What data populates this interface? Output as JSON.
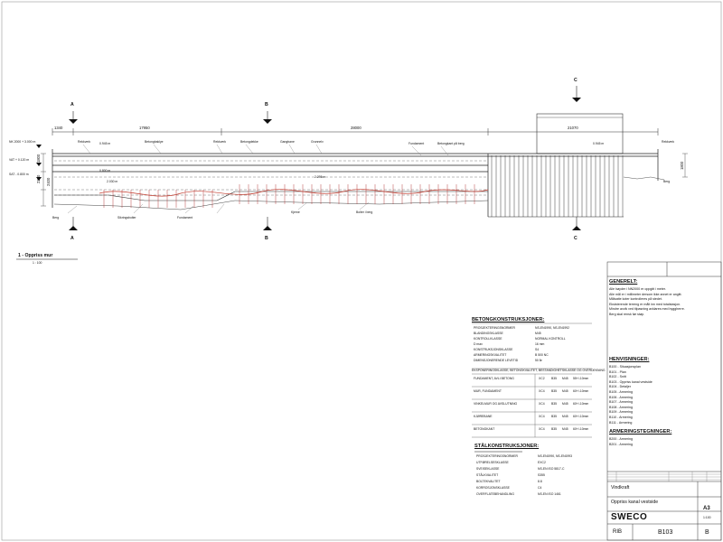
{
  "sections": {
    "top": [
      {
        "letter": "A"
      },
      {
        "letter": "B"
      },
      {
        "letter": "C"
      }
    ],
    "bottom": [
      {
        "letter": "A"
      },
      {
        "letter": "B"
      },
      {
        "letter": "C"
      }
    ]
  },
  "dimensions": {
    "top": [
      "1340",
      "17950",
      "28000",
      "21070"
    ],
    "left_vertical": [
      "1800",
      "2300",
      "2400"
    ],
    "right_vertical": "1800"
  },
  "levels": [
    "NK 2000 + 3.000 m",
    "VAT + 0.120 m",
    "SAT - 0.800 m"
  ],
  "markers": [
    "0.945 m",
    "0.800 m",
    "2.030 m",
    "2.295 m",
    "0.945 m"
  ],
  "callouts": {
    "top": [
      "Rekkverk",
      "Betongbaklye",
      "Rekkverk",
      "Betongdekke",
      "Gangbane",
      "Grunnelv",
      "Fundament",
      "Betongkant på berg"
    ],
    "bottom": [
      "Berg",
      "Sikringsbolter",
      "Fundament",
      "Kjerne",
      "Bolter i berg"
    ],
    "right": [
      "Rekkverk",
      "Berg"
    ]
  },
  "drawing_title": "1 - Oppriss mur",
  "drawing_scale": "1 : 100",
  "betong": {
    "title": "BETONGKONSTRUKSJONER:",
    "spec": [
      [
        "PROSJEKTERINGSNORMER",
        "NS-EN1990, NS-EN1992"
      ],
      [
        "BLANDINGSKLASSE",
        "M45"
      ],
      [
        "KONTROLLKLASSE",
        "NORMAL KONTROLL"
      ],
      [
        "D max",
        "16 mm"
      ],
      [
        "KONSTRUKSJONSKLASSE",
        "S4"
      ],
      [
        "ARMERINGSKVALITET",
        "B 500 NC"
      ],
      [
        "DIMENSJONERENDE LEVETID",
        "50 år"
      ]
    ],
    "table_title": "EKSPONERINGSKLASSE, BETONGKVALITET, BESTANDIGHETSKLASSE OG OVERDEKNING",
    "rows": [
      [
        "FUNDAMENT, AVLI BETONG",
        "XC2",
        "B35",
        "M45",
        "55+/-10mm"
      ],
      [
        "MUR, FUNDAMENT",
        "XC4",
        "B35",
        "M45",
        "60+/-10mm"
      ],
      [
        "VINKELMUR OG AVSLUTNING",
        "XC4",
        "B35",
        "M45",
        "60+/-10mm"
      ],
      [
        "KJØREBANE",
        "XC4",
        "B35",
        "M45",
        "60+/-10mm"
      ],
      [
        "BETONGKANT",
        "XC4",
        "B35",
        "M45",
        "60+/-10mm"
      ]
    ]
  },
  "stal": {
    "title": "STÅLKONSTRUKSJONER:",
    "spec": [
      [
        "PROSJEKTERINGSNORMER",
        "NS-EN1990, NS-EN1993"
      ],
      [
        "UTFØRELSESKLASSE",
        "EXC2"
      ],
      [
        "SVEISEKLASSE",
        "NS-EN ISO 5817-C"
      ],
      [
        "STÅLKVALITET",
        "S355"
      ],
      [
        "BOLTEKVALITET",
        "8.8"
      ],
      [
        "KORROSJONSKLASSE",
        "C4"
      ],
      [
        "OVERFLATEBEHANDLING",
        "NS-EN ISO 1461"
      ]
    ]
  },
  "generelt": {
    "title": "GENERELT:",
    "lines": [
      "Alle høyder i NN2000 er oppgitt i meter.",
      "Alle mål er i millimeter dersom ikke annet er angitt.",
      "Målsatte koter kontrolleres på stedet.",
      "Eksisterende terreng er målt inn med totalstasjon.",
      "Mindre avvik ved tilpasning avklares med byggherre.",
      "Berg skal rensk før støp."
    ]
  },
  "henvisninger": {
    "title": "HENVISNINGER:",
    "items": [
      "B100 - Situasjonsplan",
      "B101 - Plan",
      "B102 - Snitt",
      "B103 - Oppriss kanal vestside",
      "B104 - Detaljer",
      "B105 - Armering",
      "B106 - Armering",
      "B107 - Armering",
      "B108 - Armering",
      "B109 - Armering",
      "B110 - Armering",
      "B111 - Armering"
    ]
  },
  "armering": {
    "title": "ARMERINGSTEGNINGER:",
    "items": [
      "B200 - Armering",
      "B201 - Armering"
    ]
  },
  "title_block": {
    "company": "SWECO",
    "project": "Vindkraft",
    "title": "Oppriss kanal vestside",
    "discipline": "RIB",
    "drawing_no": "B103",
    "revision": "B",
    "format": "A3",
    "scale": "1:100"
  }
}
